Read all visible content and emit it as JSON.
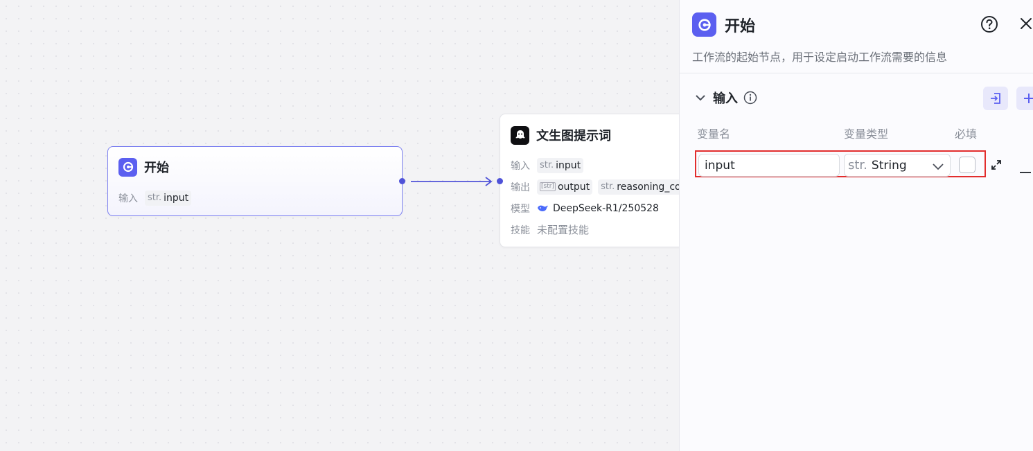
{
  "canvas": {
    "start_node": {
      "title": "开始",
      "input_label": "输入",
      "input_var": {
        "type": "str.",
        "name": "input"
      }
    },
    "llm_node": {
      "title": "文生图提示词",
      "input_label": "输入",
      "input_var": {
        "type": "str.",
        "name": "input"
      },
      "output_label": "输出",
      "outputs": [
        {
          "type": "[str]",
          "name": "output"
        },
        {
          "type": "str.",
          "name": "reasoning_con"
        }
      ],
      "model_label": "模型",
      "model_value": "DeepSeek-R1/250528",
      "skill_label": "技能",
      "skill_value": "未配置技能"
    }
  },
  "panel": {
    "title": "开始",
    "description": "工作流的起始节点，用于设定启动工作流需要的信息",
    "section": {
      "title": "输入",
      "columns": {
        "name": "变量名",
        "type": "变量类型",
        "required": "必填"
      },
      "rows": [
        {
          "name": "input",
          "type_prefix": "str.",
          "type": "String",
          "required": false
        }
      ]
    }
  },
  "colors": {
    "accent": "#5b5ff0",
    "highlight_border": "#e22d2d"
  }
}
